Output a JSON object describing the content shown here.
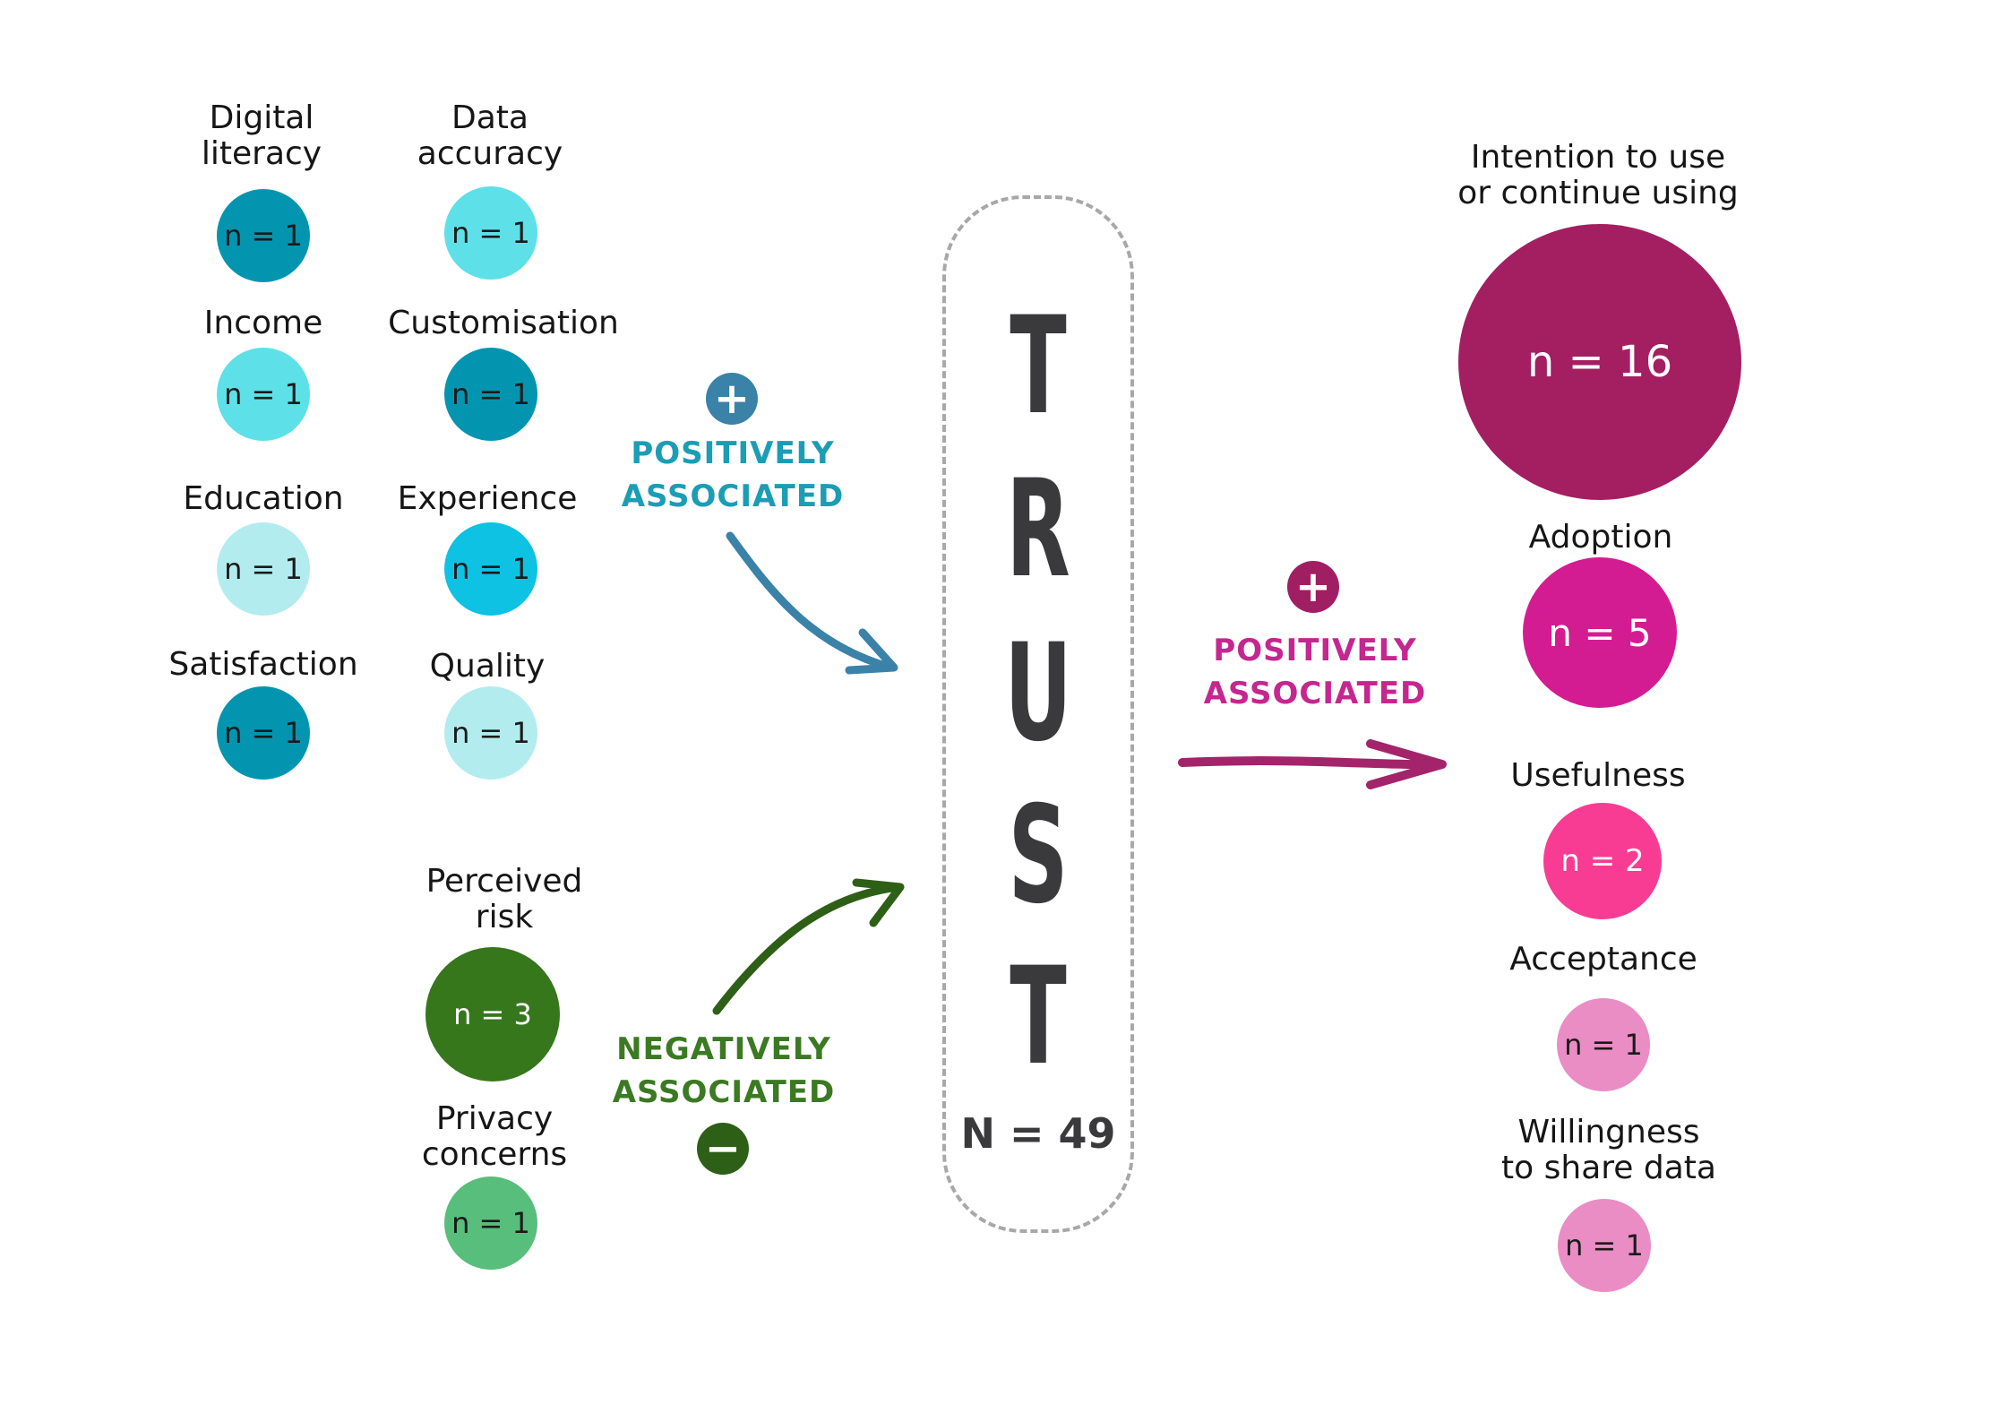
{
  "antecedents_positive": [
    {
      "label": "Digital\nliteracy",
      "n": "n = 1",
      "color": "#0395B0"
    },
    {
      "label": "Data\naccuracy",
      "n": "n = 1",
      "color": "#5EE0E8"
    },
    {
      "label": "Income",
      "n": "n = 1",
      "color": "#5EE0E8"
    },
    {
      "label": "Customisation",
      "n": "n = 1",
      "color": "#0395B0"
    },
    {
      "label": "Education",
      "n": "n = 1",
      "color": "#B3ECEF"
    },
    {
      "label": "Experience",
      "n": "n = 1",
      "color": "#0DC2E2"
    },
    {
      "label": "Satisfaction",
      "n": "n = 1",
      "color": "#0395B0"
    },
    {
      "label": "Quality",
      "n": "n = 1",
      "color": "#B3ECEF"
    }
  ],
  "antecedents_negative": [
    {
      "label": "Perceived\nrisk",
      "n": "n = 3",
      "color": "#36771C"
    },
    {
      "label": "Privacy\nconcerns",
      "n": "n = 1",
      "color": "#57BE7C"
    }
  ],
  "positive_in": {
    "text_line1": "POSITIVELY",
    "text_line2": "ASSOCIATED",
    "sign": "+",
    "color": "#1B9DB5",
    "sign_color": "#3B82A8",
    "arrow_color": "#3B82A8"
  },
  "negative_in": {
    "text_line1": "NEGATIVELY",
    "text_line2": "ASSOCIATED",
    "sign": "−",
    "color": "#3B7A22",
    "sign_color": "#2E5F17",
    "arrow_color": "#2E5F17"
  },
  "trust": {
    "letters": [
      "T",
      "R",
      "U",
      "S",
      "T"
    ],
    "n": "N = 49"
  },
  "positive_out": {
    "text_line1": "POSITIVELY",
    "text_line2": "ASSOCIATED",
    "sign": "+",
    "color": "#C5268F",
    "sign_color": "#A01F63",
    "arrow_color": "#A3246A"
  },
  "outcomes": [
    {
      "label": "Intention to use\nor continue using",
      "n": "n = 16",
      "color": "#A31F61"
    },
    {
      "label": "Adoption",
      "n": "n = 5",
      "color": "#D41C92"
    },
    {
      "label": "Usefulness",
      "n": "n = 2",
      "color": "#F83C94"
    },
    {
      "label": "Acceptance",
      "n": "n = 1",
      "color": "#EA8DC4"
    },
    {
      "label": "Willingness\nto share data",
      "n": "n = 1",
      "color": "#EA8DC4"
    }
  ]
}
